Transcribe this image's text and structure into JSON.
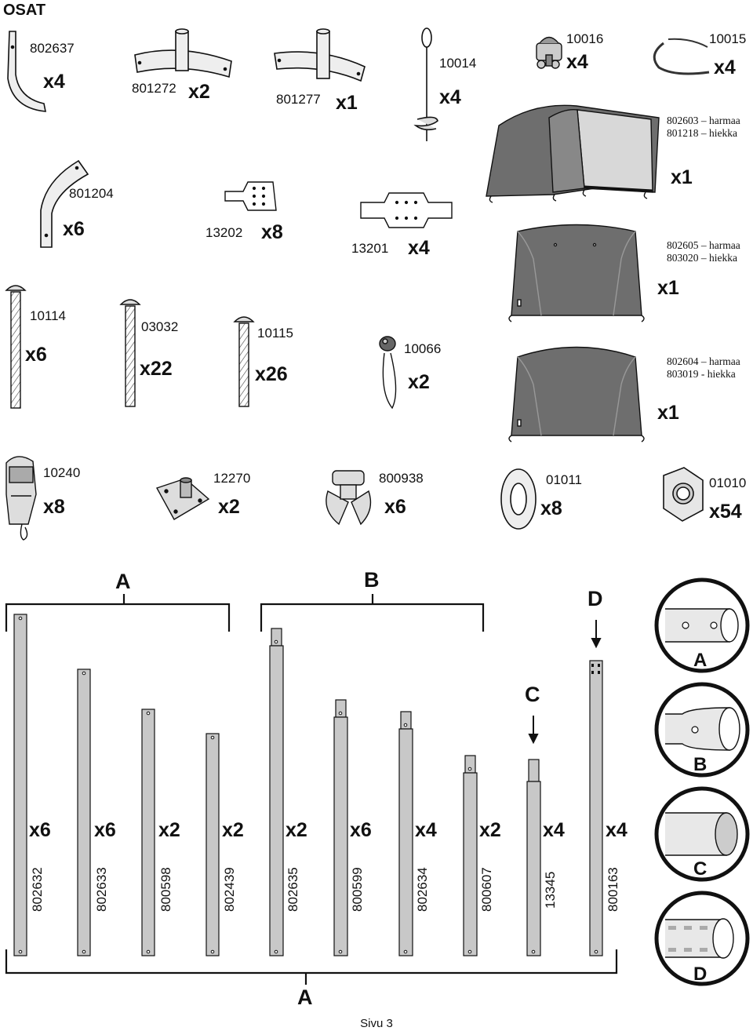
{
  "page": {
    "title": "OSAT",
    "footer": "Sivu 3"
  },
  "parts": [
    {
      "code": "802637",
      "qty": "x4"
    },
    {
      "code": "801272",
      "qty": "x2"
    },
    {
      "code": "801277",
      "qty": "x1"
    },
    {
      "code": "10014",
      "qty": "x4"
    },
    {
      "code": "10016",
      "qty": "x4"
    },
    {
      "code": "10015",
      "qty": "x4"
    },
    {
      "code": "801204",
      "qty": "x6"
    },
    {
      "code": "13202",
      "qty": "x8"
    },
    {
      "code": "13201",
      "qty": "x4"
    },
    {
      "code": "10114",
      "qty": "x6"
    },
    {
      "code": "03032",
      "qty": "x22"
    },
    {
      "code": "10115",
      "qty": "x26"
    },
    {
      "code": "10066",
      "qty": "x2"
    },
    {
      "code": "10240",
      "qty": "x8"
    },
    {
      "code": "12270",
      "qty": "x2"
    },
    {
      "code": "800938",
      "qty": "x6"
    },
    {
      "code": "01011",
      "qty": "x8"
    },
    {
      "code": "01010",
      "qty": "x54"
    }
  ],
  "covers": [
    {
      "line1": "802603 – harmaa",
      "line2": "801218 – hiekka",
      "qty": "x1"
    },
    {
      "line1": "802605 – harmaa",
      "line2": "803020 – hiekka",
      "qty": "x1"
    },
    {
      "line1": "802604 – harmaa",
      "line2": "803019 - hiekka",
      "qty": "x1"
    }
  ],
  "groups": {
    "a_top": "A",
    "b_top": "B",
    "c_arrow": "C",
    "d_arrow": "D",
    "a_bottom": "A"
  },
  "rods": [
    {
      "code": "802632",
      "qty": "x6"
    },
    {
      "code": "802633",
      "qty": "x6"
    },
    {
      "code": "800598",
      "qty": "x2"
    },
    {
      "code": "802439",
      "qty": "x2"
    },
    {
      "code": "802635",
      "qty": "x2"
    },
    {
      "code": "800599",
      "qty": "x6"
    },
    {
      "code": "802634",
      "qty": "x4"
    },
    {
      "code": "800607",
      "qty": "x2"
    },
    {
      "code": "13345",
      "qty": "x4"
    },
    {
      "code": "800163",
      "qty": "x4"
    }
  ],
  "end_details": [
    {
      "label": "A"
    },
    {
      "label": "B"
    },
    {
      "label": "C"
    },
    {
      "label": "D"
    }
  ],
  "colors": {
    "tube": "#c8c8c8",
    "cover": "#6e6e6e",
    "cover_light": "#d8d8d8",
    "line": "#111111"
  }
}
